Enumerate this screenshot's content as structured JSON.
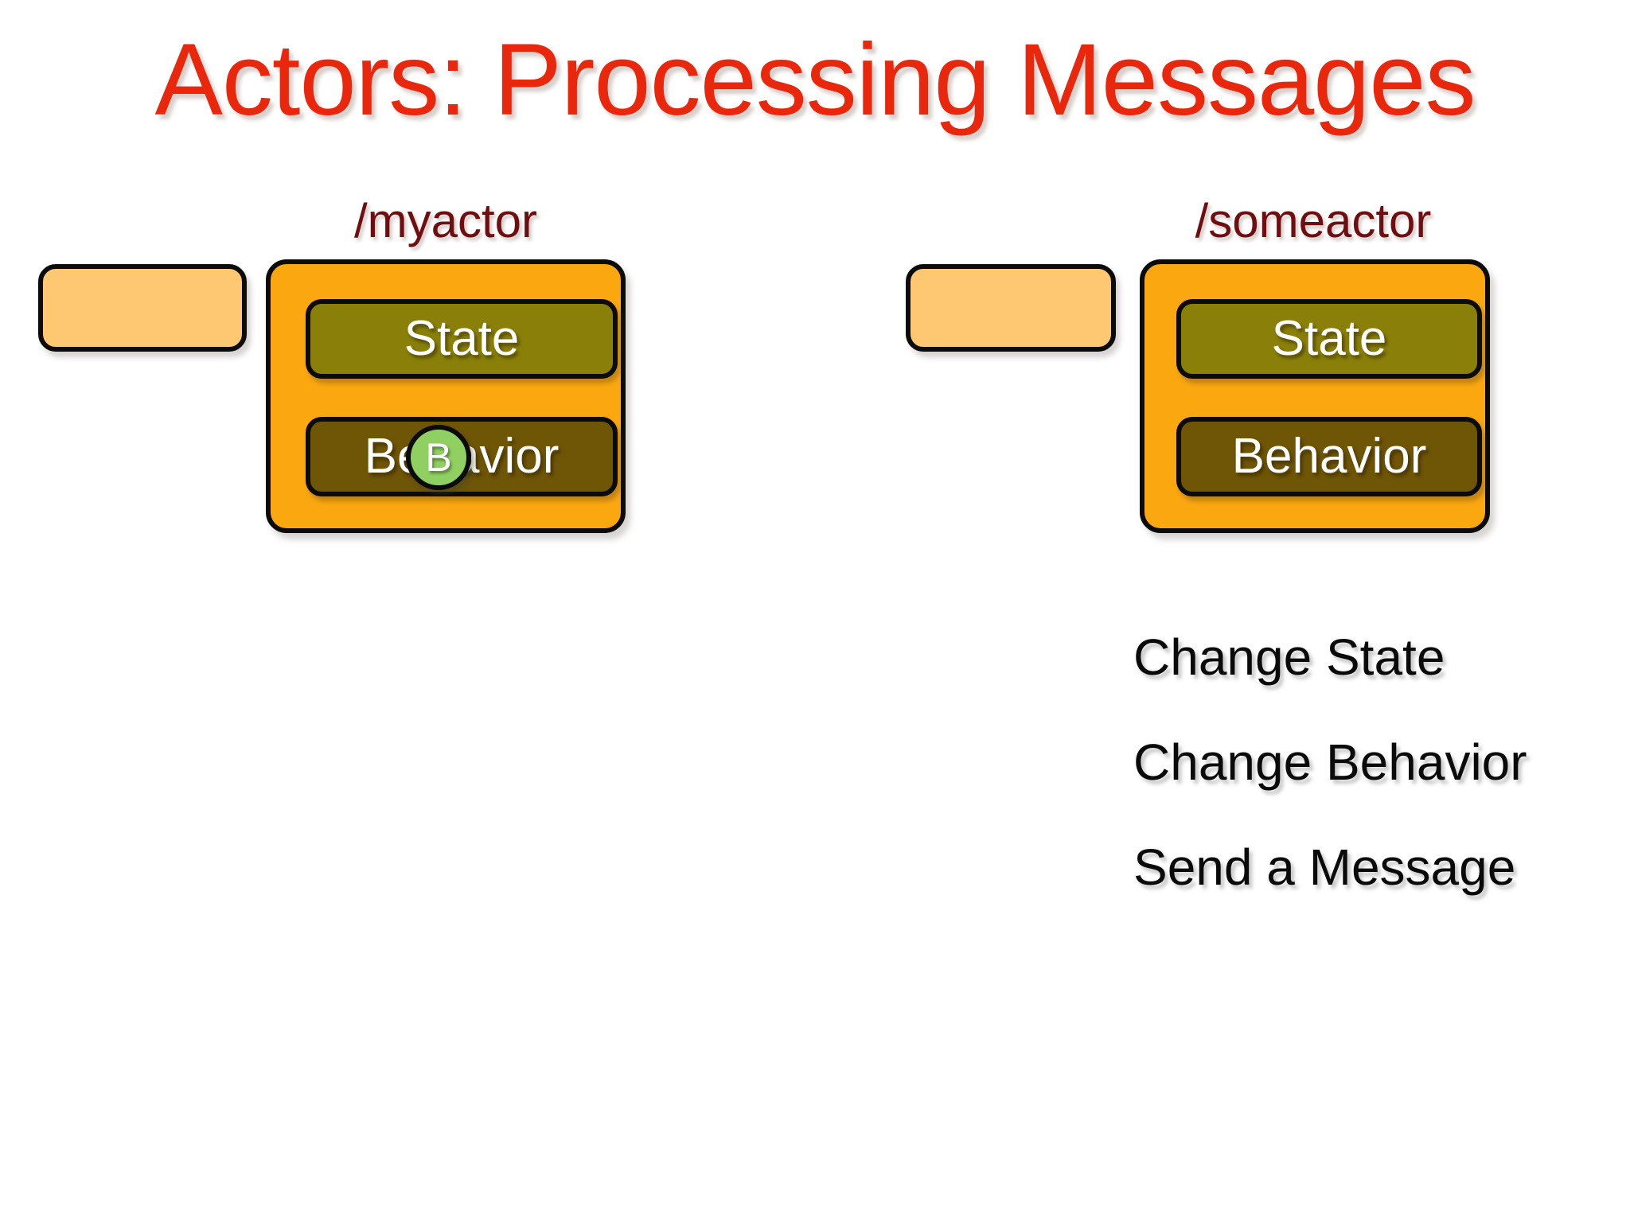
{
  "slide": {
    "title": "Actors: Processing Messages",
    "background_color": "#ffffff",
    "title_color": "#E8270C"
  },
  "actors": [
    {
      "path_label": "/myactor",
      "path_label_color": "#6E0E10",
      "mailbox": {
        "label": "",
        "color": "#FEC873"
      },
      "body_color": "#FBA70F",
      "state": {
        "label": "State",
        "color": "#8A8009"
      },
      "behavior": {
        "label": "Behavior",
        "color": "#6F5506"
      },
      "message_token": {
        "label": "B",
        "color": "#90D062",
        "visible": true
      }
    },
    {
      "path_label": "/someactor",
      "path_label_color": "#6E0E10",
      "mailbox": {
        "label": "",
        "color": "#FEC873"
      },
      "body_color": "#FBA70F",
      "state": {
        "label": "State",
        "color": "#8A8009"
      },
      "behavior": {
        "label": "Behavior",
        "color": "#6F5506"
      },
      "message_token": {
        "label": "",
        "color": "#90D062",
        "visible": false
      }
    }
  ],
  "actions": {
    "items": [
      "Change State",
      "Change Behavior",
      "Send a Message"
    ]
  }
}
